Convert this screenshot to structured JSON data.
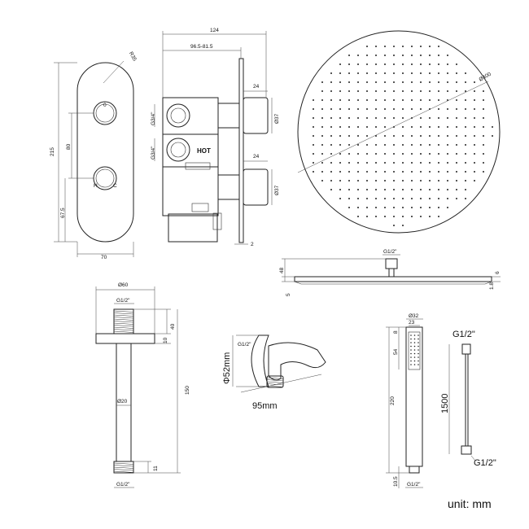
{
  "faceplate": {
    "radius": "R35",
    "height": "215",
    "spacing": "80",
    "bottom": "67.5",
    "width": "70",
    "upper_knob_mark": "0",
    "lower_knob_left": "H",
    "lower_knob_right": "C"
  },
  "valve_body": {
    "total_depth": "124",
    "depth_range": "96.5-81.5",
    "thread_upper": "G3/4\"",
    "thread_lower": "G3/4\"",
    "hot_label": "HOT",
    "outlet_length_upper": "24",
    "outlet_length_lower": "24",
    "outlet_dia_upper": "Ø37",
    "outlet_dia_lower": "Ø37",
    "plate_thickness": "2"
  },
  "rain_head": {
    "diameter": "Ø400",
    "inlet": "G1/2\"",
    "height": "48",
    "plate": "5",
    "outlet_height": "6",
    "edge": "1.8"
  },
  "ceiling_arm": {
    "flange_dia": "Ø60",
    "thread_top": "G1/2\"",
    "flange_height": "40",
    "flange_plate": "10",
    "length": "150",
    "pipe_dia": "Ø20",
    "thread_bottom_len": "11",
    "thread_bottom": "G1/2\""
  },
  "wall_outlet": {
    "thread": "G1/2\"",
    "diameter": "Φ52mm",
    "depth": "95mm"
  },
  "handset": {
    "diameter": "Ø32",
    "width": "23",
    "top": "8",
    "spray_height": "54",
    "length": "220",
    "bottom": "10.5",
    "thread": "G1/2\""
  },
  "hose": {
    "thread_top": "G1/2\"",
    "length": "1500",
    "thread_bottom": "G1/2\""
  },
  "unit_label": "unit: mm"
}
